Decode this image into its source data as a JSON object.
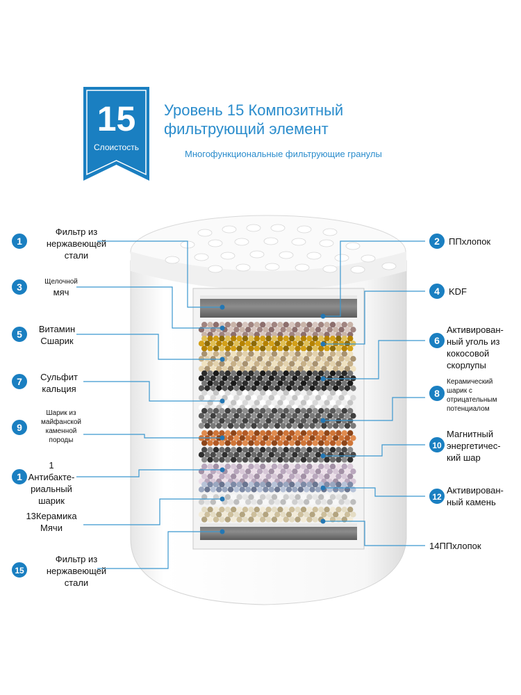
{
  "badge": {
    "number": "15",
    "caption": "Слоистость"
  },
  "title": {
    "line1": "Уровень 15 Композитный",
    "line2": "фильтрующий элемент"
  },
  "subtitle": "Многофункциональные фильтрующие гранулы",
  "colors": {
    "accent": "#1a7fc1",
    "title": "#2a8ccc"
  },
  "left_labels": [
    {
      "number": "1",
      "lines": [
        "Фильтр из",
        "нержавеющей",
        "стали"
      ]
    },
    {
      "number": "3",
      "lines": [
        "Щелочной",
        "мяч"
      ]
    },
    {
      "number": "5",
      "lines": [
        "Витамин",
        "Сшарик"
      ]
    },
    {
      "number": "7",
      "lines": [
        "Сульфит",
        "кальция"
      ]
    },
    {
      "number": "9",
      "lines": [
        "Шарик из",
        "майфанской",
        "каменной",
        "породы"
      ]
    },
    {
      "number": "1",
      "lines": [
        "1",
        "Антибакте-",
        "риальный",
        "шарик"
      ]
    },
    {
      "number": "",
      "lines": [
        "13Керамика",
        "Мячи"
      ]
    },
    {
      "number": "15",
      "lines": [
        "Фильтр из",
        "нержавеющей",
        "стали"
      ]
    }
  ],
  "right_labels": [
    {
      "number": "2",
      "lines": [
        "ППхлопок"
      ]
    },
    {
      "number": "4",
      "lines": [
        "KDF"
      ]
    },
    {
      "number": "6",
      "lines": [
        "Активирован-",
        "ный уголь из",
        "кокосовой",
        "скорлупы"
      ]
    },
    {
      "number": "8",
      "lines": [
        "Керамический",
        "шарик с",
        "отрицательным",
        "потенциалом"
      ]
    },
    {
      "number": "10",
      "lines": [
        "Магнитный",
        "энергетичес-",
        "кий шар"
      ]
    },
    {
      "number": "12",
      "lines": [
        "Активирован-",
        "ный камень"
      ]
    },
    {
      "number": "",
      "lines": [
        "14ППхлопок"
      ]
    }
  ]
}
